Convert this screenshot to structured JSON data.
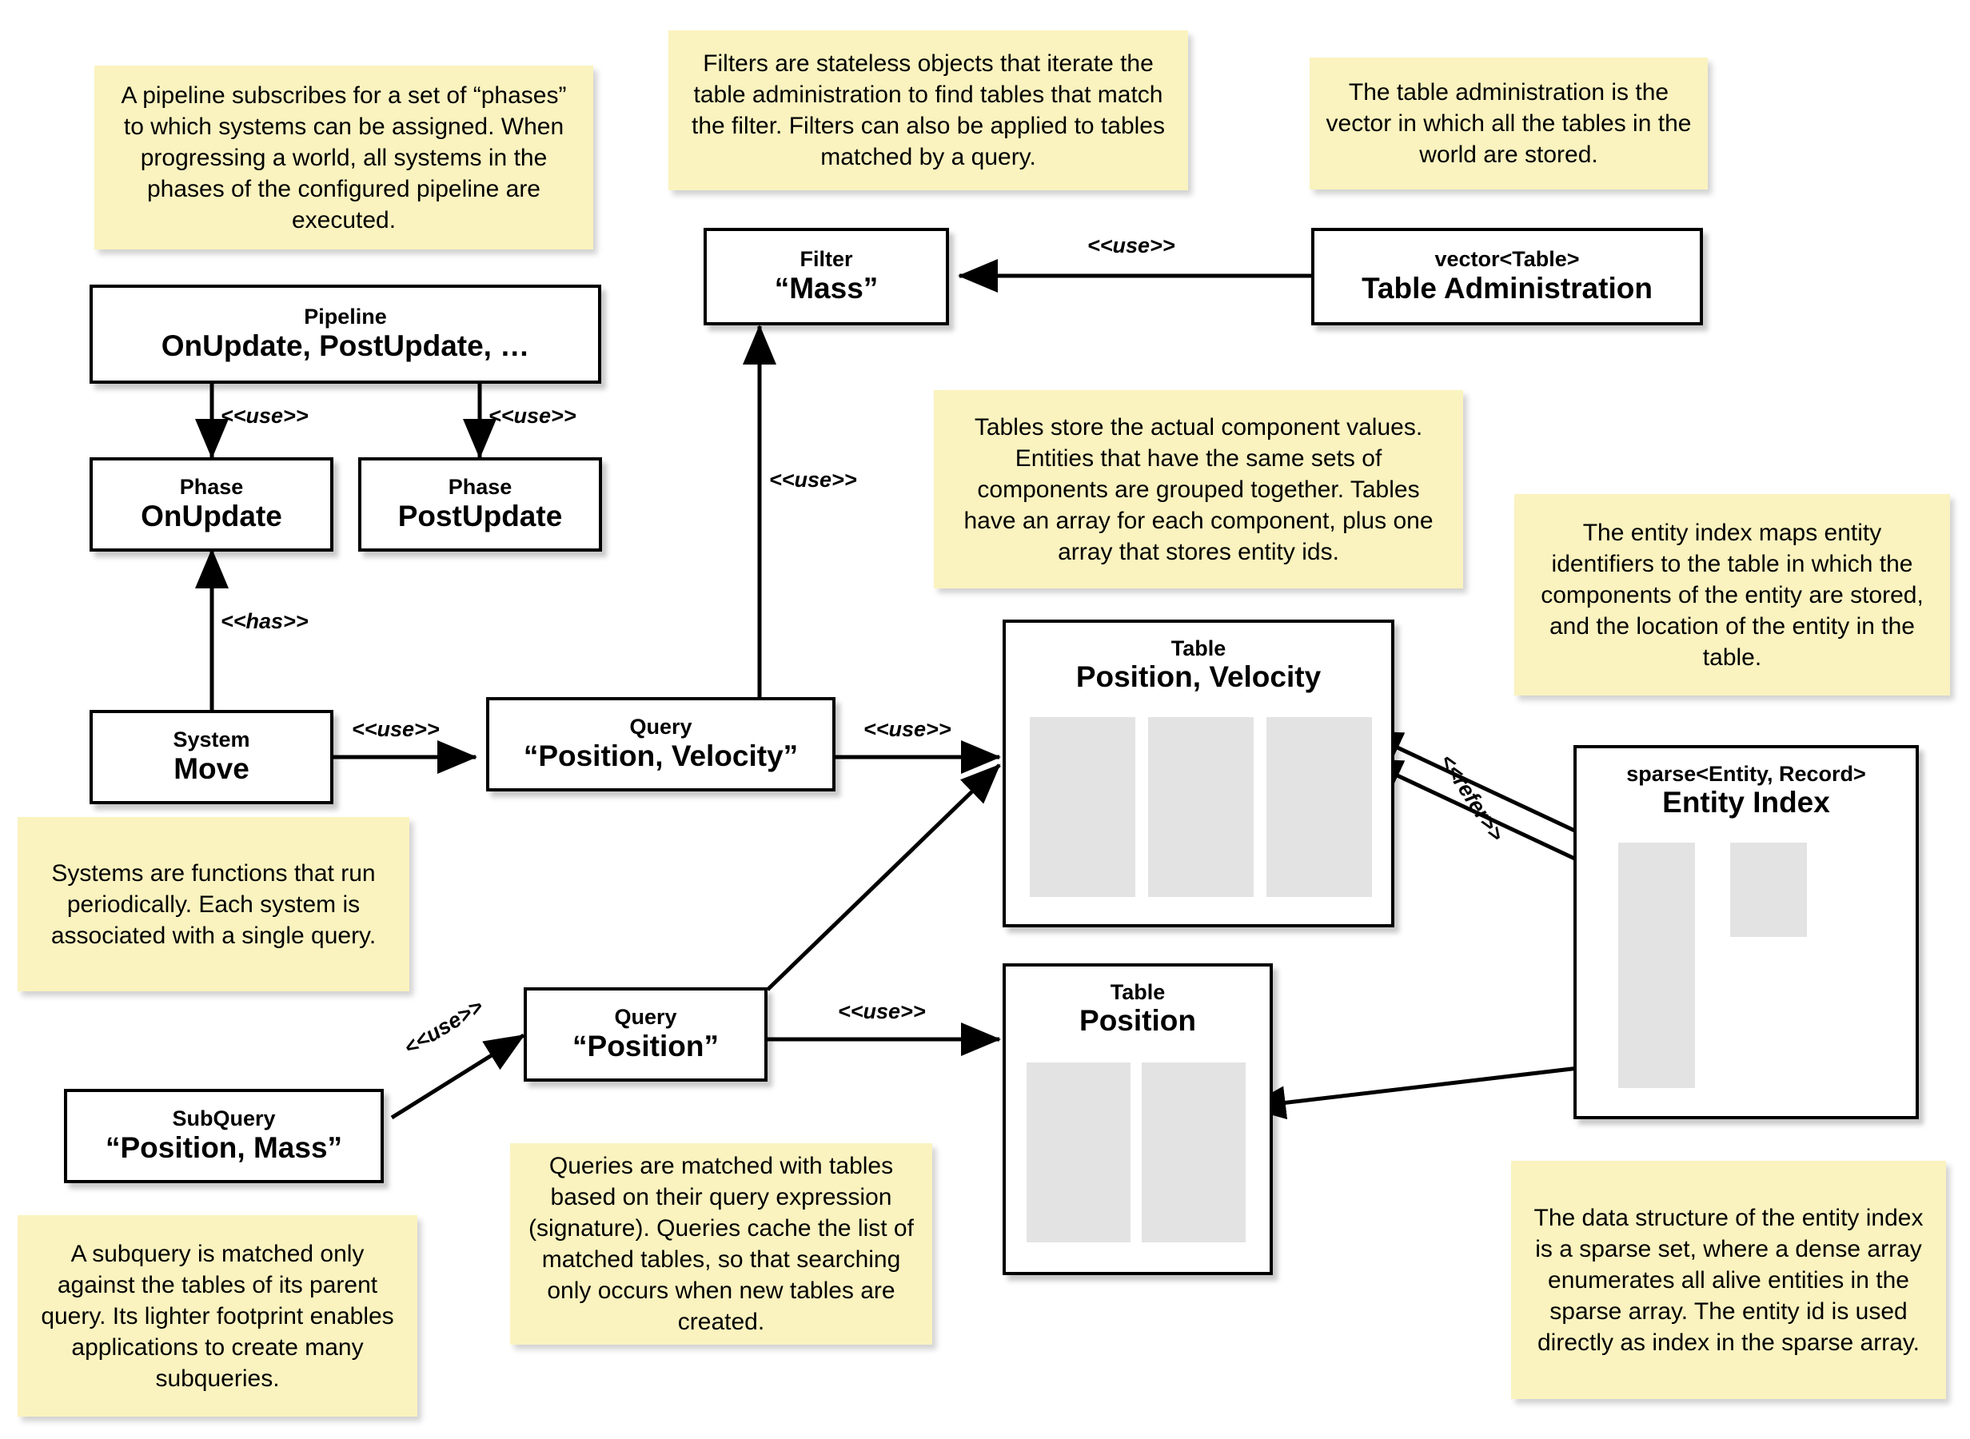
{
  "notes": [
    {
      "id": "pipeline-note",
      "text": "A pipeline subscribes for a set of “phases” to which systems can be assigned. When progressing a world, all systems in the phases of the configured pipeline are executed."
    },
    {
      "id": "filter-note",
      "text": "Filters are stateless objects that iterate the table administration to find tables that match the filter. Filters can also be applied to tables matched by a query."
    },
    {
      "id": "tableadmin-note",
      "text": "The table administration is the vector in which all the tables in the world are stored."
    },
    {
      "id": "tables-note",
      "text": "Tables store the actual component values. Entities that have the same sets of components are grouped together. Tables have an array for each component, plus one array that stores entity ids."
    },
    {
      "id": "entityindex-note",
      "text": "The entity index maps entity identifiers to the table in which the components of the entity are stored, and the location of the entity in the table."
    },
    {
      "id": "systems-note",
      "text": "Systems are functions that run periodically. Each system is associated with a single query."
    },
    {
      "id": "queries-note",
      "text": "Queries are matched with tables based on their query expression (signature). Queries cache the list of matched tables, so that searching only occurs when new tables are created."
    },
    {
      "id": "subquery-note",
      "text": "A subquery is matched only against the tables of its parent query. Its lighter footprint enables applications to create many subqueries."
    },
    {
      "id": "sparse-note",
      "text": "The data structure of the entity index is a sparse set, where a dense array enumerates all alive entities in the sparse array. The entity id is used directly as index in the sparse array."
    }
  ],
  "boxes": {
    "pipeline": {
      "stereotype": "Pipeline",
      "name": "OnUpdate, PostUpdate, …"
    },
    "phase_onupdate": {
      "stereotype": "Phase",
      "name": "OnUpdate"
    },
    "phase_postupdate": {
      "stereotype": "Phase",
      "name": "PostUpdate"
    },
    "system_move": {
      "stereotype": "System",
      "name": "Move"
    },
    "query_pv": {
      "stereotype": "Query",
      "name": "“Position, Velocity”"
    },
    "query_p": {
      "stereotype": "Query",
      "name": "“Position”"
    },
    "subquery_pm": {
      "stereotype": "SubQuery",
      "name": "“Position, Mass”"
    },
    "filter_mass": {
      "stereotype": "Filter",
      "name": "“Mass”"
    },
    "table_admin": {
      "stereotype": "vector<Table>",
      "name": "Table Administration"
    },
    "table_pv": {
      "stereotype": "Table",
      "name": "Position, Velocity"
    },
    "table_p": {
      "stereotype": "Table",
      "name": "Position"
    },
    "entity_index": {
      "stereotype": "sparse<Entity, Record>",
      "name": "Entity Index"
    }
  },
  "edge_labels": {
    "pipeline_to_onupdate": "<<use>>",
    "pipeline_to_postupdate": "<<use>>",
    "system_has_phase": "<<has>>",
    "system_uses_query": "<<use>>",
    "query_uses_filter": "<<use>>",
    "admin_uses_filter": "<<use>>",
    "query_pv_uses_table": "<<use>>",
    "query_p_uses_table": "<<use>>",
    "subquery_uses_query": "<<use>>",
    "index_refer_table": "<<refer>>"
  },
  "colors": {
    "note_background": "#faf3bf",
    "box_border": "#000000",
    "column_fill": "#e3e3e3",
    "canvas_background": "#ffffff"
  }
}
